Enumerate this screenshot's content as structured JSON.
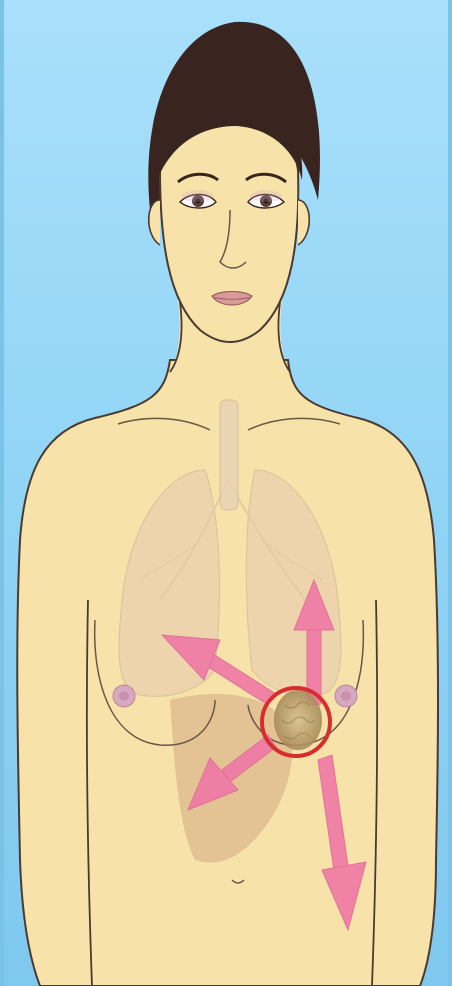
{
  "colors": {
    "background": "#8fd3f4",
    "skin": "#f7e3a9",
    "skin_outline": "#4a3a32",
    "hair": "#3a2420",
    "lungs": "#e6c9b0",
    "liver": "#c99b7a",
    "arrows": "#f07aa6",
    "highlight_circle": "#d62e2e",
    "tumor": "#b8a070"
  },
  "figure": {
    "subject": "female-torso-illustration",
    "organs": [
      "trachea",
      "left-lung",
      "right-lung",
      "liver",
      "tumor"
    ],
    "arrow_count": 4,
    "highlight": "tumor-circle"
  }
}
